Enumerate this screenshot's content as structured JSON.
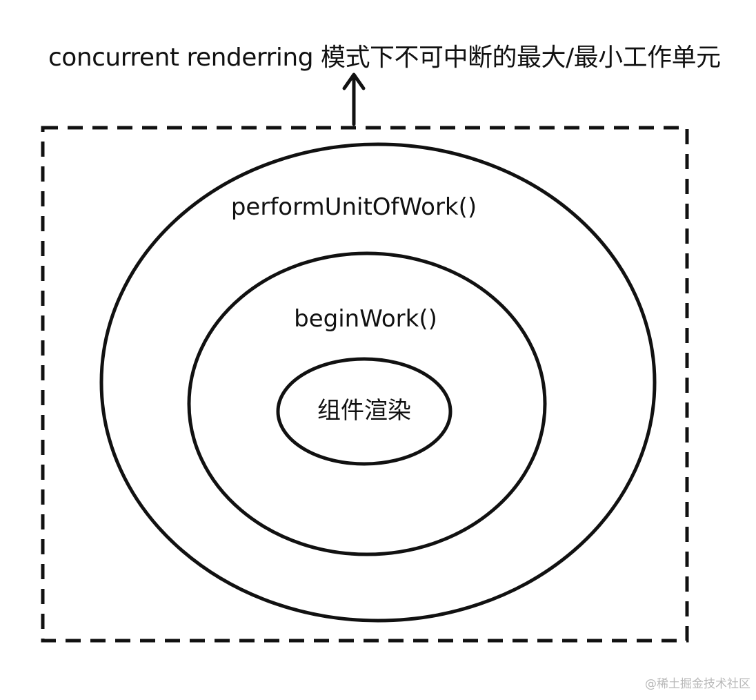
{
  "caption": "concurrent renderring 模式下不可中断的最大/最小工作单元",
  "outer_label": "performUnitOfWork()",
  "middle_label": "beginWork()",
  "inner_label": "组件渲染",
  "watermark": "@稀土掘金技术社区",
  "colors": {
    "stroke": "#111111",
    "background": "#ffffff",
    "watermark": "#b8b8b8"
  }
}
